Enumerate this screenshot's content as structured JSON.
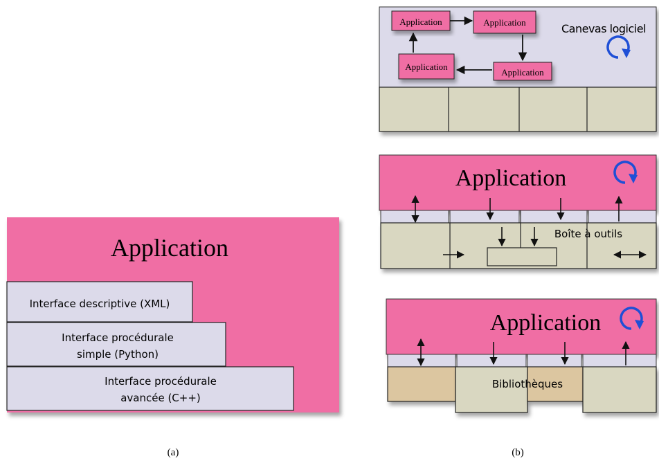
{
  "figure_a": {
    "caption": "(a)",
    "application_label": "Application",
    "layers": [
      {
        "line1": "Interface descriptive (XML)",
        "line2": ""
      },
      {
        "line1": "Interface procédurale",
        "line2": "simple (Python)"
      },
      {
        "line1": "Interface procédurale",
        "line2": "avancée (C++)"
      }
    ]
  },
  "figure_b": {
    "caption": "(b)",
    "framework": {
      "label": "Canevas logiciel",
      "application_boxes": [
        "Application",
        "Application",
        "Application",
        "Application"
      ]
    },
    "toolbox": {
      "application_label": "Application",
      "label": "Boîte à outils"
    },
    "library": {
      "application_label": "Application",
      "label": "Bibliothèques"
    }
  },
  "colors": {
    "pink": "#f06ea4",
    "lavender": "#dcdaea",
    "beige": "#d9d7c1",
    "tan": "#dcc6a0",
    "loop_blue": "#1f4fd6"
  },
  "icons": [
    "loop-arrow-icon",
    "arrow-icon"
  ]
}
